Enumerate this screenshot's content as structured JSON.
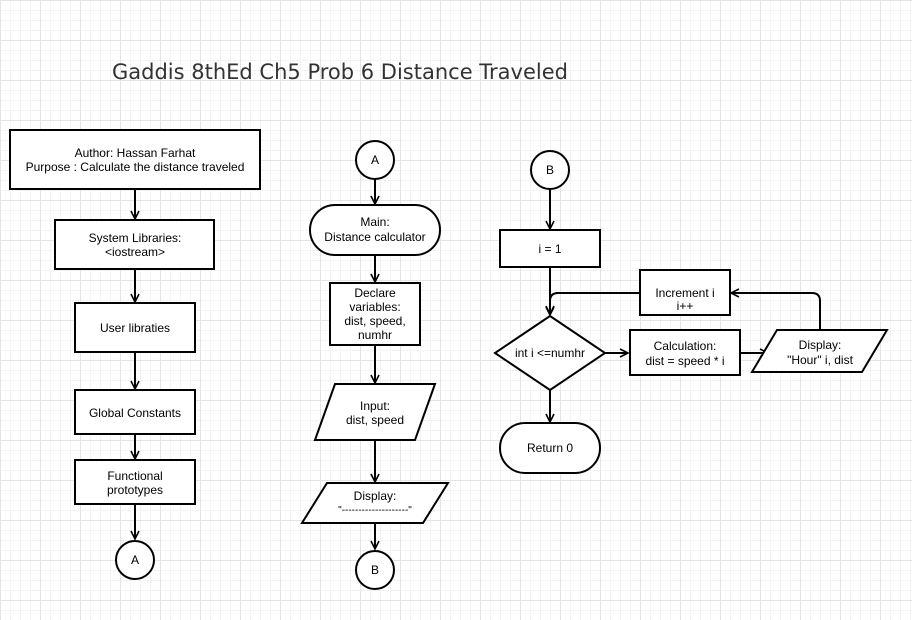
{
  "title": "Gaddis 8thEd Ch5 Prob 6 Distance Traveled",
  "col1": {
    "header_line1": "Author: Hassan Farhat",
    "header_line2": "Purpose : Calculate the distance traveled",
    "syslib_line1": "System Libraries:",
    "syslib_line2": "<iostream>",
    "userlib": "User libraties",
    "globals": "Global Constants",
    "proto_line1": "Functional",
    "proto_line2": "prototypes",
    "connector": "A"
  },
  "col2": {
    "connector_top": "A",
    "main_line1": "Main:",
    "main_line2": "Distance calculator",
    "declare_line1": "Declare",
    "declare_line2": "variables:",
    "declare_line3": "dist, speed,",
    "declare_line4": "numhr",
    "input_line1": "Input:",
    "input_line2": "dist, speed",
    "display_line1": "Display:",
    "display_line2": "\"--------------------\"",
    "connector_bottom": "B"
  },
  "col3": {
    "connector_top": "B",
    "init": "i = 1",
    "condition": "int i <=numhr",
    "calc_line1": "Calculation:",
    "calc_line2": "dist = speed * i",
    "display_line1": "Display:",
    "display_line2": "\"Hour\" i, dist",
    "increment_line1": "Increment i",
    "increment_line2": "i++",
    "return": "Return 0"
  }
}
